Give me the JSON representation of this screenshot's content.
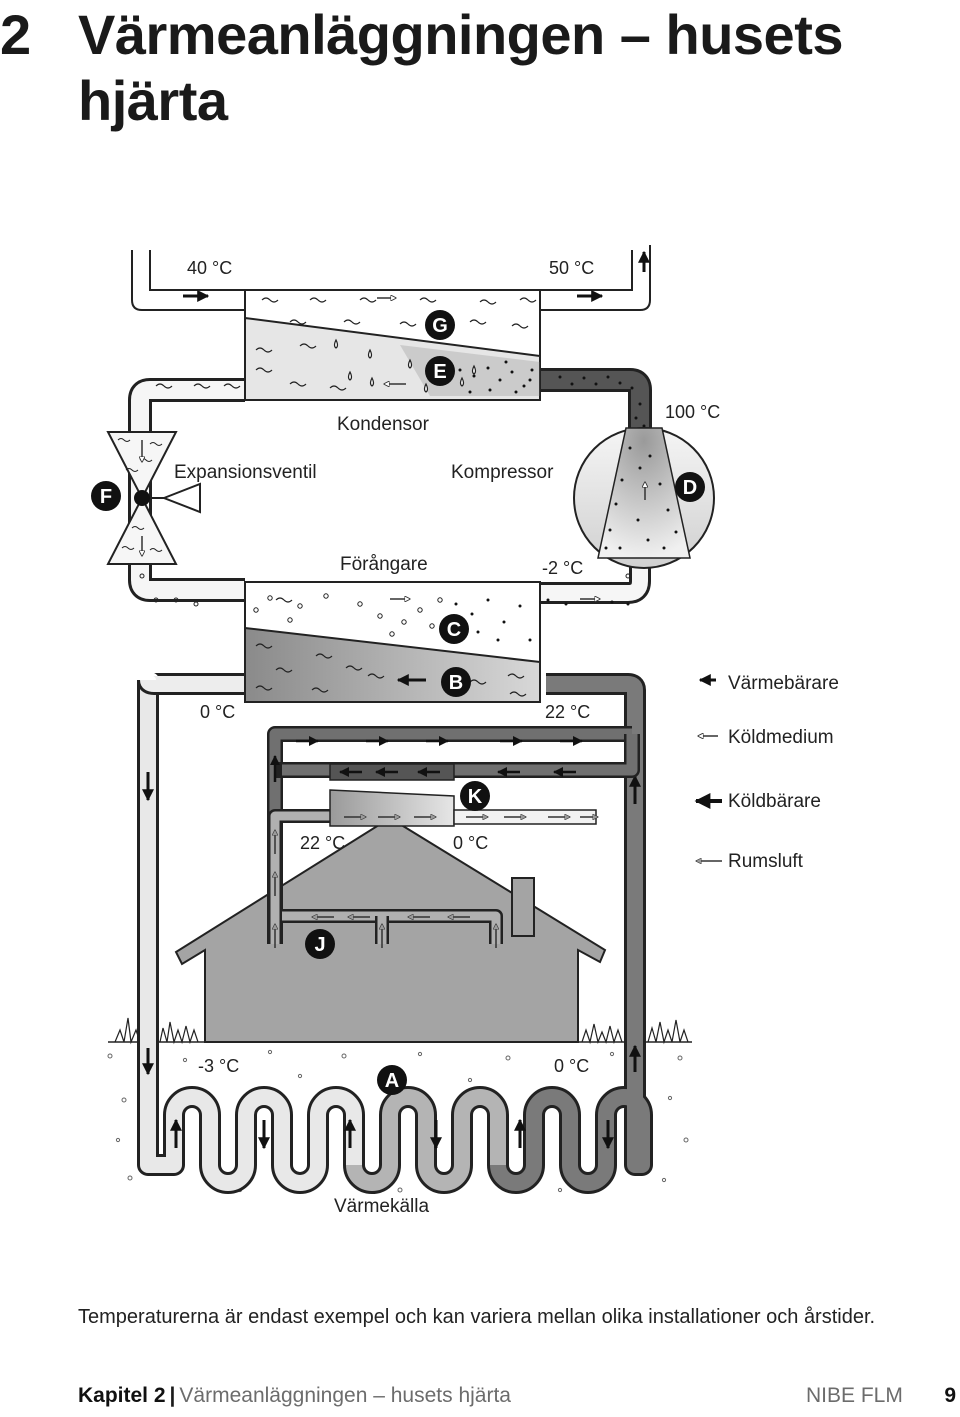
{
  "header": {
    "chapter_number": "2",
    "title": "Värmeanläggningen – husets hjärta"
  },
  "diagram": {
    "temps": {
      "cond_in": "40 °C",
      "cond_out": "50 °C",
      "comp_out": "100 °C",
      "evap_out": "-2 °C",
      "brine_out": "0 °C",
      "brine_in": "22 °C",
      "air_in": "22 °C",
      "air_out": "0 °C",
      "ground_in": "-3 °C",
      "ground_out": "0 °C"
    },
    "labels": {
      "condenser": "Kondensor",
      "expansion_valve": "Expansionsventil",
      "compressor": "Kompressor",
      "evaporator": "Förångare",
      "heat_source": "Värmekälla"
    },
    "markers": [
      "A",
      "B",
      "C",
      "D",
      "E",
      "F",
      "G",
      "J",
      "K"
    ],
    "legend": [
      {
        "label": "Värmebärare",
        "icon": "solid-small-arrow-icon"
      },
      {
        "label": "Köldmedium",
        "icon": "outline-arrow-icon"
      },
      {
        "label": "Köldbärare",
        "icon": "solid-arrow-icon"
      },
      {
        "label": "Rumsluft",
        "icon": "gray-arrow-icon"
      }
    ]
  },
  "caption": "Temperaturerna är endast exempel och kan variera mellan olika installationer och årstider.",
  "footer": {
    "chapter": "Kapitel 2",
    "separator": "|",
    "title": "Värmeanläggningen – husets hjärta",
    "brand": "NIBE FLM",
    "page": "9"
  },
  "colors": {
    "pipe_dark": "#4a4a4a",
    "brine": "#707070",
    "house": "#a4a4a4",
    "light_loop": "#dcdcdc",
    "refrigerant": "#e2e2e2"
  }
}
